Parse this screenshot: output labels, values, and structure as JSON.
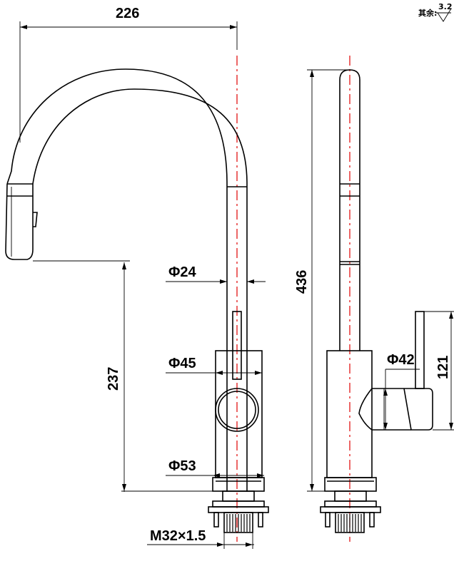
{
  "surface_note": {
    "prefix": "其余:",
    "roughness": "3.2"
  },
  "dimensions": {
    "reach": "226",
    "overall_height": "436",
    "spout_height": "237",
    "handle_height": "121",
    "spout_diameter": "Φ24",
    "body_diameter": "Φ45",
    "side_handle_diameter": "Φ42",
    "base_diameter": "Φ53",
    "thread_spec": "M32×1.5"
  }
}
